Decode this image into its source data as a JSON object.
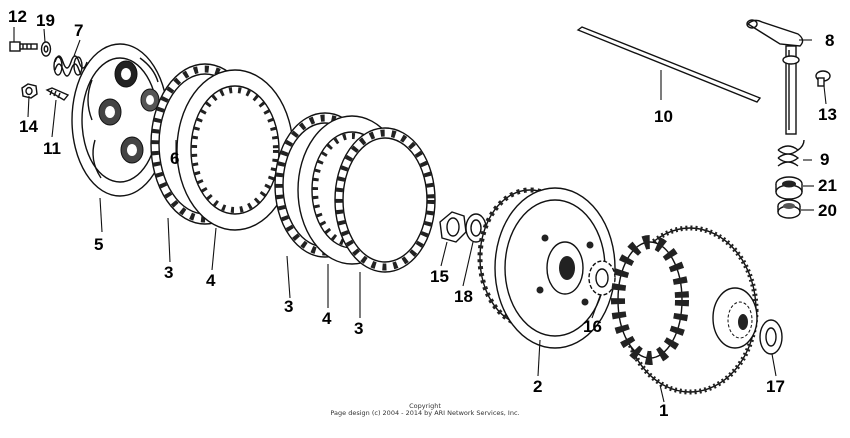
{
  "diagram": {
    "part_labels": [
      "1",
      "2",
      "3",
      "3",
      "3",
      "4",
      "4",
      "5",
      "6",
      "7",
      "8",
      "9",
      "10",
      "11",
      "12",
      "13",
      "14",
      "15",
      "16",
      "17",
      "18",
      "19",
      "20",
      "21"
    ],
    "copyright": {
      "line1": "Copyright",
      "line2": "Page design (c) 2004 - 2014 by ARI Network Services, Inc."
    }
  }
}
